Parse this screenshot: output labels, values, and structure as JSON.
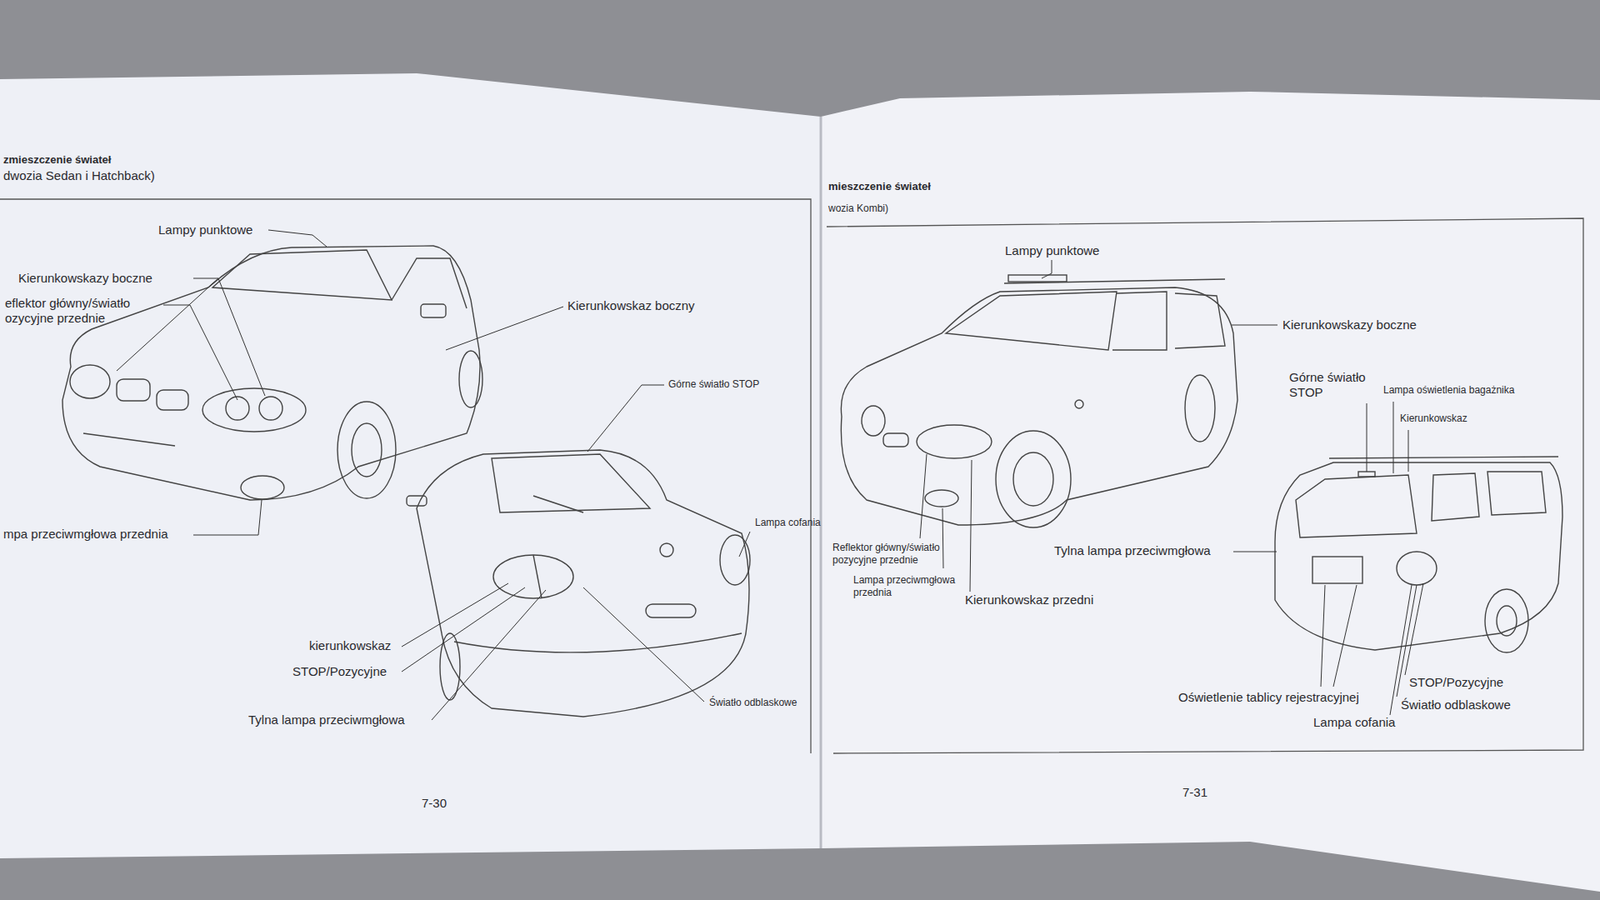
{
  "diagram": {
    "labels": [
      "zmieszczenie świateł",
      "dwozia Sedan i Hatchback)",
      "Lampy punktowe",
      "Kierunkowskazy boczne",
      "eflektor główny/światło ozycyjne przednie",
      "Kierunkowskaz boczny",
      "Górne światło STOP",
      "Lampa cofania",
      "mpa przeciwmgłowa przednia",
      "kierunkowskaz",
      "STOP/Pozycyjne",
      "Tylna lampa przeciwmgłowa",
      "Światło odblaskowe",
      "7-30",
      "mieszczenie świateł",
      "wozia Kombi)",
      "Lampy punktowe",
      "Kierunkowskazy boczne",
      "Górne światło STOP",
      "Lampa oświetlenia bagażnika",
      "Kierunkowskaz",
      "Tylna lampa przeciwmgłowa",
      "Reflektor główny/światło pozycyjne przednie",
      "Lampa przeciwmgłowa przednia",
      "Kierunkowskaz przedni",
      "Oświetlenie tablicy rejestracyjnej",
      "STOP/Pozycyjne",
      "Światło odblaskowe",
      "Lampa cofania",
      "7-31"
    ]
  }
}
